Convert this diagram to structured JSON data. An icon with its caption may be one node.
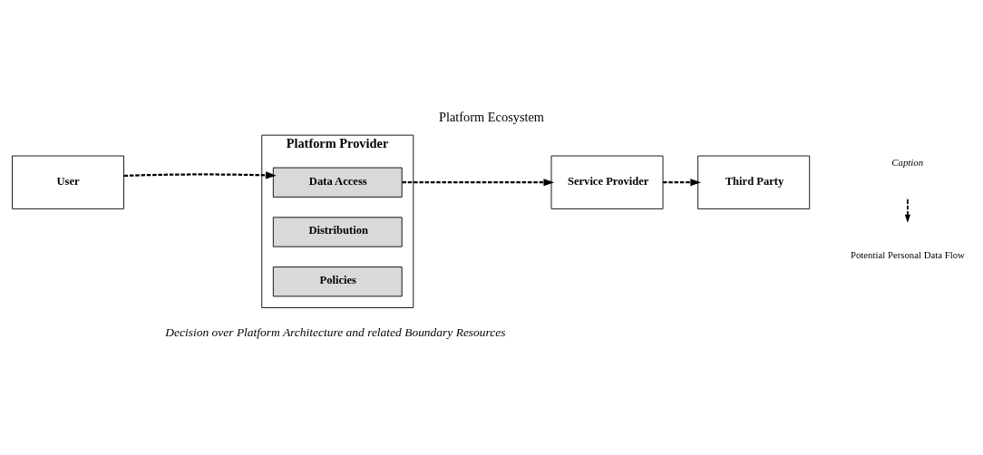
{
  "diagram": {
    "title": "Platform Ecosystem",
    "nodes": [
      {
        "text": [
          "User"
        ]
      },
      {
        "text": [
          "Platform Provider"
        ],
        "beside": [
          "Decision over Platform Architecture and related Boundary Resources"
        ]
      },
      {
        "text": [
          "Data Access"
        ],
        "in": 1
      },
      {
        "text": [
          "Distribution"
        ],
        "in": 1
      },
      {
        "text": [
          "Policies"
        ],
        "in": 1
      },
      {
        "text": [
          "Service Provider"
        ]
      },
      {
        "text": [
          "Third Party"
        ]
      }
    ],
    "edges": [
      {
        "from": 0,
        "to": 2,
        "arrow": "to",
        "style": "dashed"
      },
      {
        "from": 2,
        "to": 5,
        "arrow": "to",
        "style": "dashed"
      },
      {
        "from": 5,
        "to": 6,
        "arrow": "to",
        "style": "dashed"
      }
    ],
    "labels": [
      "Caption"
    ],
    "legend": [
      {
        "text": "Potential Personal Data Flow"
      }
    ]
  }
}
